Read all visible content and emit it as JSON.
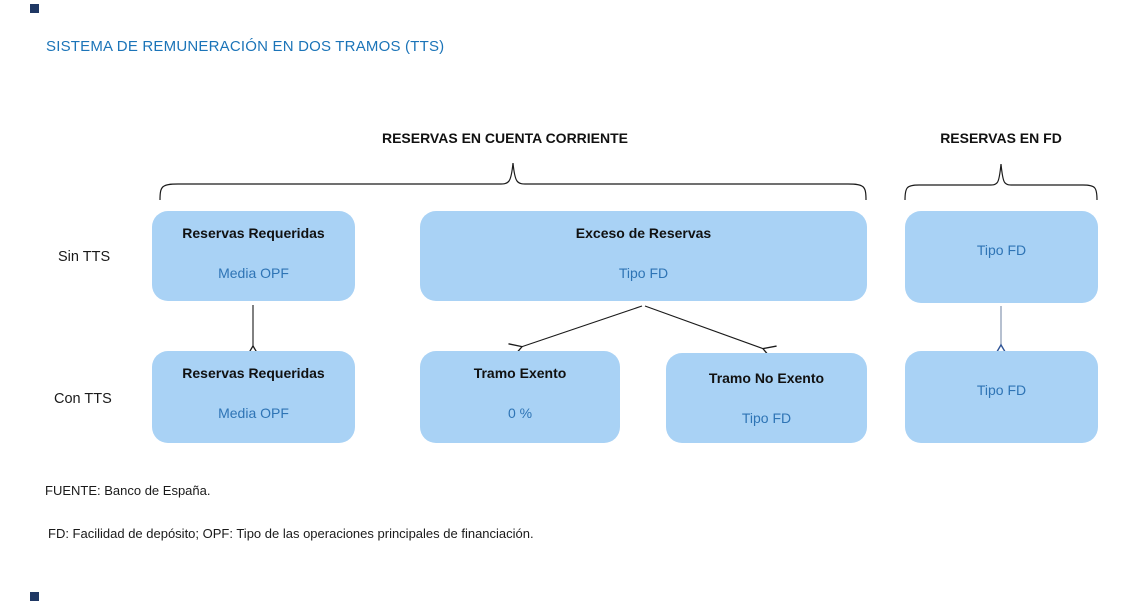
{
  "title": "SISTEMA DE REMUNERACIÓN EN DOS TRAMOS (TTS)",
  "group_headers": {
    "cuenta_corriente": "RESERVAS EN CUENTA CORRIENTE",
    "fd": "RESERVAS EN FD"
  },
  "row_labels": {
    "sin_tts": "Sin TTS",
    "con_tts": "Con TTS"
  },
  "boxes": {
    "sin_reservas_requeridas": {
      "title": "Reservas Requeridas",
      "value": "Media OPF"
    },
    "sin_exceso_reservas": {
      "title": "Exceso de Reservas",
      "value": "Tipo FD"
    },
    "sin_reservas_fd": {
      "value": "Tipo FD"
    },
    "con_reservas_requeridas": {
      "title": "Reservas Requeridas",
      "value": "Media OPF"
    },
    "con_tramo_exento": {
      "title": "Tramo Exento",
      "value": "0 %"
    },
    "con_tramo_no_exento": {
      "title": "Tramo No Exento",
      "value": "Tipo FD"
    },
    "con_reservas_fd": {
      "value": "Tipo FD"
    }
  },
  "footer": {
    "source": "FUENTE: Banco de España.",
    "note": "FD: Facilidad de depósito; OPF: Tipo de las operaciones principales de financiación."
  },
  "colors": {
    "box_fill": "#A9D2F5",
    "box_value_blue": "#2E74B5",
    "title_blue": "#1B74B8",
    "arrow_black": "#1a1a1a",
    "arrow_slate_line": "#8496B0",
    "arrow_navy_head": "#2F5496",
    "corner_square_navy": "#1F3864"
  }
}
